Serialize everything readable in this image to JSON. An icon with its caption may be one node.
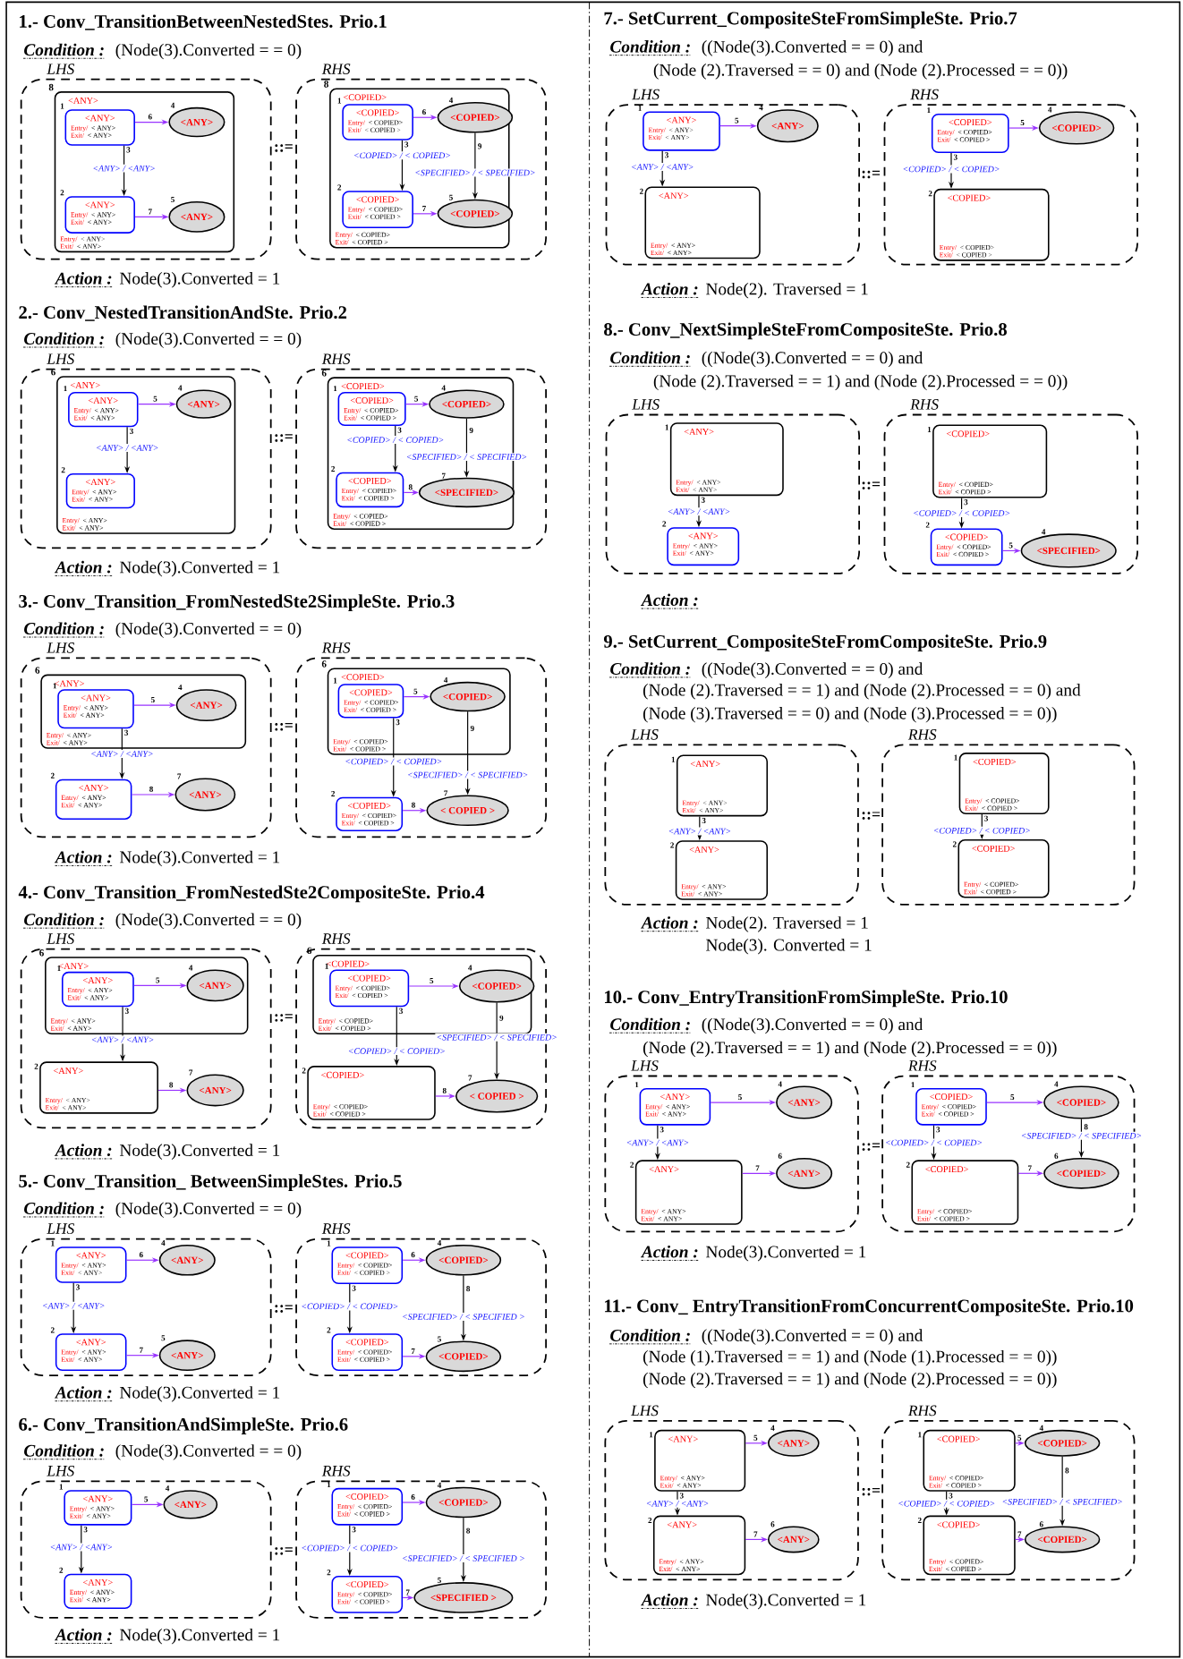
{
  "diagram": {
    "nodes": [
      {
        "text": [
          "LHS"
        ]
      },
      {
        "text": [
          "<ANY>",
          "Entry/",
          "< ANY>",
          "Exit/",
          "< ANY>"
        ],
        "in": 0,
        "beside": [
          "8"
        ]
      },
      {
        "text": [
          "<ANY>",
          "Entry/",
          "< ANY>",
          "Exit/",
          "< ANY>"
        ],
        "in": 1,
        "beside": [
          "1"
        ]
      },
      {
        "text": [
          "<ANY>"
        ],
        "in": 1,
        "beside": [
          "4"
        ]
      },
      {
        "text": [
          "<ANY>",
          "Entry/",
          "< ANY>",
          "Exit/",
          "< ANY>"
        ],
        "in": 1,
        "beside": [
          "2"
        ]
      },
      {
        "text": [
          "<ANY>"
        ],
        "in": 1,
        "beside": [
          "5"
        ]
      },
      {
        "text": [
          "RHS"
        ]
      },
      {
        "text": [
          "<COPIED>",
          "Entry/",
          "< COPIED>",
          "Exit/",
          "< COPIED >"
        ],
        "in": 6,
        "beside": [
          "8"
        ]
      },
      {
        "text": [
          "<COPIED>",
          "Entry/",
          "< COPIED>",
          "Exit/",
          "< COPIED >"
        ],
        "in": 7,
        "beside": [
          "1"
        ]
      },
      {
        "text": [
          "<COPIED>"
        ],
        "in": 7,
        "beside": [
          "4"
        ]
      },
      {
        "text": [
          "<COPIED>",
          "Entry/",
          "< COPIED>",
          "Exit/",
          "< COPIED >"
        ],
        "in": 7,
        "beside": [
          "2"
        ]
      },
      {
        "text": [
          "<COPIED>"
        ],
        "in": 7,
        "beside": [
          "5"
        ]
      },
      {
        "text": [
          "LHS"
        ]
      },
      {
        "text": [
          "<ANY>",
          "Entry/",
          "< ANY>",
          "Exit/",
          "< ANY>"
        ],
        "in": 12,
        "beside": [
          "6"
        ]
      },
      {
        "text": [
          "<ANY>",
          "Entry/",
          "< ANY>",
          "Exit/",
          "< ANY>"
        ],
        "in": 13,
        "beside": [
          "1"
        ]
      },
      {
        "text": [
          "<ANY>"
        ],
        "in": 13,
        "beside": [
          "4"
        ]
      },
      {
        "text": [
          "<ANY>",
          "Entry/",
          "< ANY>",
          "Exit/",
          "< ANY>"
        ],
        "in": 13,
        "beside": [
          "2"
        ]
      },
      {
        "text": [
          "RHS"
        ]
      },
      {
        "text": [
          "<COPIED>",
          "Entry/",
          "< COPIED>",
          "Exit/",
          "< COPIED >"
        ],
        "in": 17,
        "beside": [
          "6"
        ]
      },
      {
        "text": [
          "<COPIED>",
          "Entry/",
          "< COPIED>",
          "Exit/",
          "< COPIED >"
        ],
        "in": 18,
        "beside": [
          "1"
        ]
      },
      {
        "text": [
          "<COPIED>"
        ],
        "in": 18,
        "beside": [
          "4"
        ]
      },
      {
        "text": [
          "<COPIED>",
          "Entry/",
          "< COPIED>",
          "Exit/",
          "< COPIED >"
        ],
        "in": 18,
        "beside": [
          "2"
        ]
      },
      {
        "text": [
          "<SPECIFIED>"
        ],
        "in": 18,
        "beside": [
          "7"
        ]
      },
      {
        "text": [
          "LHS"
        ]
      },
      {
        "text": [
          "<ANY>",
          "Entry/",
          "< ANY>",
          "Exit/",
          "< ANY>"
        ],
        "in": 23,
        "beside": [
          "6"
        ]
      },
      {
        "text": [
          "<ANY>",
          "Entry/",
          "< ANY>",
          "Exit/",
          "< ANY>"
        ],
        "in": 24,
        "beside": [
          "1"
        ]
      },
      {
        "text": [
          "<ANY>"
        ],
        "in": 24,
        "beside": [
          "4"
        ]
      },
      {
        "text": [
          "<ANY>",
          "Entry/",
          "< ANY>",
          "Exit/",
          "< ANY>"
        ],
        "in": 23,
        "beside": [
          "2"
        ]
      },
      {
        "text": [
          "<ANY>"
        ],
        "in": 23,
        "beside": [
          "7"
        ]
      },
      {
        "text": [
          "RHS"
        ]
      },
      {
        "text": [
          "<COPIED>",
          "Entry/",
          "< COPIED>",
          "Exit/",
          "< COPIED >"
        ],
        "in": 29,
        "beside": [
          "6"
        ]
      },
      {
        "text": [
          "<COPIED>",
          "Entry/",
          "< COPIED>",
          "Exit/",
          "< COPIED >"
        ],
        "in": 30,
        "beside": [
          "1"
        ]
      },
      {
        "text": [
          "<COPIED>"
        ],
        "in": 30,
        "beside": [
          "4"
        ]
      },
      {
        "text": [
          "<COPIED>",
          "Entry/",
          "< COPIED>",
          "Exit/",
          "< COPIED >"
        ],
        "in": 29,
        "beside": [
          "2"
        ]
      },
      {
        "text": [
          "< COPIED >"
        ],
        "in": 29,
        "beside": [
          "7"
        ]
      },
      {
        "text": [
          "LHS"
        ]
      },
      {
        "text": [
          "<ANY>",
          "Entry/",
          "< ANY>",
          "Exit/",
          "< ANY>"
        ],
        "in": 35,
        "beside": [
          "6"
        ]
      },
      {
        "text": [
          "<ANY>",
          "Entry/",
          "< ANY>",
          "Exit/",
          "< ANY>"
        ],
        "in": 36,
        "beside": [
          "1"
        ]
      },
      {
        "text": [
          "<ANY>"
        ],
        "in": 36,
        "beside": [
          "4"
        ]
      },
      {
        "text": [
          "<ANY>",
          "Entry/",
          "< ANY>",
          "Exit/",
          "< ANY>"
        ],
        "in": 35,
        "beside": [
          "2"
        ]
      },
      {
        "text": [
          "<ANY>"
        ],
        "in": 35,
        "beside": [
          "7"
        ]
      },
      {
        "text": [
          "RHS"
        ]
      },
      {
        "text": [
          "<COPIED>",
          "Entry/",
          "< COPIED>",
          "Exit/",
          "< COPIED >"
        ],
        "in": 41,
        "beside": [
          "6"
        ]
      },
      {
        "text": [
          "<COPIED>",
          "Entry/",
          "< COPIED>",
          "Exit/",
          "< COPIED >"
        ],
        "in": 42,
        "beside": [
          "1"
        ]
      },
      {
        "text": [
          "<COPIED>"
        ],
        "in": 42,
        "beside": [
          "4"
        ]
      },
      {
        "text": [
          "<COPIED>",
          "Entry/",
          "< COPIED>",
          "Exit/",
          "< COPIED >"
        ],
        "in": 41,
        "beside": [
          "2"
        ]
      },
      {
        "text": [
          "< COPIED >"
        ],
        "in": 41,
        "beside": [
          "7"
        ]
      },
      {
        "text": [
          "LHS"
        ]
      },
      {
        "text": [
          "<ANY>",
          "Entry/",
          "< ANY>",
          "Exit/",
          "< ANY>"
        ],
        "in": 47,
        "beside": [
          "1"
        ]
      },
      {
        "text": [
          "<ANY>"
        ],
        "in": 47,
        "beside": [
          "4"
        ]
      },
      {
        "text": [
          "<ANY>",
          "Entry/",
          "< ANY>",
          "Exit/",
          "< ANY>"
        ],
        "in": 47,
        "beside": [
          "2"
        ]
      },
      {
        "text": [
          "<ANY>"
        ],
        "in": 47,
        "beside": [
          "5"
        ]
      },
      {
        "text": [
          "RHS"
        ]
      },
      {
        "text": [
          "<COPIED>",
          "Entry/",
          "< COPIED>",
          "Exit/",
          "< COPIED >"
        ],
        "in": 52,
        "beside": [
          "1"
        ]
      },
      {
        "text": [
          "<COPIED>"
        ],
        "in": 52,
        "beside": [
          "4"
        ]
      },
      {
        "text": [
          "<COPIED>",
          "Entry/",
          "< COPIED>",
          "Exit/",
          "< COPIED >"
        ],
        "in": 52,
        "beside": [
          "2"
        ]
      },
      {
        "text": [
          "<COPIED>"
        ],
        "in": 52,
        "beside": [
          "5"
        ]
      },
      {
        "text": [
          "LHS"
        ]
      },
      {
        "text": [
          "<ANY>",
          "Entry/",
          "< ANY>",
          "Exit/",
          "< ANY>"
        ],
        "in": 57,
        "beside": [
          "1"
        ]
      },
      {
        "text": [
          "<ANY>"
        ],
        "in": 57,
        "beside": [
          "4"
        ]
      },
      {
        "text": [
          "<ANY>",
          "Entry/",
          "< ANY>",
          "Exit/",
          "< ANY>"
        ],
        "in": 57,
        "beside": [
          "2"
        ]
      },
      {
        "text": [
          "RHS"
        ]
      },
      {
        "text": [
          "<COPIED>",
          "Entry/",
          "< COPIED>",
          "Exit/",
          "< COPIED >"
        ],
        "in": 61,
        "beside": [
          "1"
        ]
      },
      {
        "text": [
          "<COPIED>"
        ],
        "in": 61,
        "beside": [
          "4"
        ]
      },
      {
        "text": [
          "<COPIED>",
          "Entry/",
          "< COPIED>",
          "Exit/",
          "< COPIED >"
        ],
        "in": 61,
        "beside": [
          "2"
        ]
      },
      {
        "text": [
          "<SPECIFIED >"
        ],
        "in": 61,
        "beside": [
          "5"
        ]
      },
      {
        "text": [
          "LHS"
        ]
      },
      {
        "text": [
          "<ANY>",
          "Entry/",
          "< ANY>",
          "Exit/",
          "< ANY>"
        ],
        "in": 66,
        "beside": [
          "1"
        ]
      },
      {
        "text": [
          "<ANY>"
        ],
        "in": 66,
        "beside": [
          "4"
        ]
      },
      {
        "text": [
          "<ANY>",
          "Entry/",
          "< ANY>",
          "Exit/",
          "< ANY>"
        ],
        "in": 66,
        "beside": [
          "2"
        ]
      },
      {
        "text": [
          "RHS"
        ]
      },
      {
        "text": [
          "<COPIED>",
          "Entry/",
          "< COPIED>",
          "Exit/",
          "< COPIED >"
        ],
        "in": 70,
        "beside": [
          "1"
        ]
      },
      {
        "text": [
          "<COPIED>"
        ],
        "in": 70,
        "beside": [
          "4"
        ]
      },
      {
        "text": [
          "<COPIED>",
          "Entry/",
          "< COPIED>",
          "Exit/",
          "< COPIED >"
        ],
        "in": 70,
        "beside": [
          "2"
        ]
      },
      {
        "text": [
          "LHS"
        ]
      },
      {
        "text": [
          "<ANY>",
          "Entry/",
          "< ANY>",
          "Exit/",
          "< ANY>"
        ],
        "in": 74,
        "beside": [
          "1"
        ]
      },
      {
        "text": [
          "<ANY>",
          "Entry/",
          "< ANY>",
          "Exit/",
          "< ANY>"
        ],
        "in": 74,
        "beside": [
          "2"
        ]
      },
      {
        "text": [
          "RHS"
        ]
      },
      {
        "text": [
          "<COPIED>",
          "Entry/",
          "< COPIED>",
          "Exit/",
          "< COPIED >"
        ],
        "in": 77,
        "beside": [
          "1"
        ]
      },
      {
        "text": [
          "<COPIED>",
          "Entry/",
          "< COPIED>",
          "Exit/",
          "< COPIED >"
        ],
        "in": 77,
        "beside": [
          "2"
        ]
      },
      {
        "text": [
          "<SPECIFIED>"
        ],
        "in": 77,
        "beside": [
          "4"
        ]
      },
      {
        "text": [
          "LHS"
        ]
      },
      {
        "text": [
          "<ANY>",
          "Entry/",
          "< ANY>",
          "Exit/",
          "< ANY>"
        ],
        "in": 81,
        "beside": [
          "1"
        ]
      },
      {
        "text": [
          "<ANY>",
          "Entry/",
          "< ANY>",
          "Exit/",
          "< ANY>"
        ],
        "in": 81,
        "beside": [
          "2"
        ]
      },
      {
        "text": [
          "RHS"
        ]
      },
      {
        "text": [
          "<COPIED>",
          "Entry/",
          "< COPIED>",
          "Exit/",
          "< COPIED >"
        ],
        "in": 84,
        "beside": [
          "1"
        ]
      },
      {
        "text": [
          "<COPIED>",
          "Entry/",
          "< COPIED>",
          "Exit/",
          "< COPIED >"
        ],
        "in": 84,
        "beside": [
          "2"
        ]
      },
      {
        "text": [
          "LHS"
        ]
      },
      {
        "text": [
          "<ANY>",
          "Entry/",
          "< ANY>",
          "Exit/",
          "< ANY>"
        ],
        "in": 87,
        "beside": [
          "1"
        ]
      },
      {
        "text": [
          "<ANY>"
        ],
        "in": 87,
        "beside": [
          "4"
        ]
      },
      {
        "text": [
          "<ANY>",
          "Entry/",
          "< ANY>",
          "Exit/",
          "< ANY>"
        ],
        "in": 87,
        "beside": [
          "2"
        ]
      },
      {
        "text": [
          "<ANY>"
        ],
        "in": 87,
        "beside": [
          "6"
        ]
      },
      {
        "text": [
          "RHS"
        ]
      },
      {
        "text": [
          "<COPIED>",
          "Entry/",
          "< COPIED>",
          "Exit/",
          "< COPIED >"
        ],
        "in": 92,
        "beside": [
          "1"
        ]
      },
      {
        "text": [
          "<COPIED>"
        ],
        "in": 92,
        "beside": [
          "4"
        ]
      },
      {
        "text": [
          "<COPIED>",
          "Entry/",
          "< COPIED>",
          "Exit/",
          "< COPIED >"
        ],
        "in": 92,
        "beside": [
          "2"
        ]
      },
      {
        "text": [
          "<COPIED>"
        ],
        "in": 92,
        "beside": [
          "6"
        ]
      },
      {
        "text": [
          "LHS"
        ]
      },
      {
        "text": [
          "<ANY>",
          "Entry/",
          "< ANY>",
          "Exit/",
          "< ANY>"
        ],
        "in": 97,
        "beside": [
          "1"
        ]
      },
      {
        "text": [
          "<ANY>"
        ],
        "in": 97,
        "beside": [
          "4"
        ]
      },
      {
        "text": [
          "<ANY>",
          "Entry/",
          "< ANY>",
          "Exit/",
          "< ANY>"
        ],
        "in": 97,
        "beside": [
          "2"
        ]
      },
      {
        "text": [
          "<ANY>"
        ],
        "in": 97,
        "beside": [
          "6"
        ]
      },
      {
        "text": [
          "RHS"
        ]
      },
      {
        "text": [
          "<COPIED>",
          "Entry/",
          "< COPIED>",
          "Exit/",
          "< COPIED >"
        ],
        "in": 102,
        "beside": [
          "1"
        ]
      },
      {
        "text": [
          "<COPIED>"
        ],
        "in": 102,
        "beside": [
          "4"
        ]
      },
      {
        "text": [
          "<COPIED>",
          "Entry/",
          "< COPIED>",
          "Exit/",
          "< COPIED >"
        ],
        "in": 102,
        "beside": [
          "2"
        ]
      },
      {
        "text": [
          "<COPIED>"
        ],
        "in": 102,
        "beside": [
          "6"
        ]
      }
    ],
    "edges": [
      {
        "from": 2,
        "to": 3,
        "arrow": "to",
        "label": "6"
      },
      {
        "from": 2,
        "to": 4,
        "arrow": "to",
        "label": "3",
        "color": "#000000"
      },
      {
        "from": 4,
        "to": 5,
        "arrow": "to",
        "label": "7"
      },
      {
        "from": 8,
        "to": 9,
        "arrow": "to",
        "label": "6"
      },
      {
        "from": 8,
        "to": 10,
        "arrow": "to",
        "label": "3",
        "color": "#000000"
      },
      {
        "from": 10,
        "to": 11,
        "arrow": "to",
        "label": "7"
      },
      {
        "from": 9,
        "to": 11,
        "arrow": "to",
        "label": "9",
        "color": "#000000"
      },
      {
        "from": 14,
        "to": 15,
        "arrow": "to",
        "label": "5"
      },
      {
        "from": 14,
        "to": 16,
        "arrow": "to",
        "label": "3",
        "color": "#000000"
      },
      {
        "from": 19,
        "to": 20,
        "arrow": "to",
        "label": "5"
      },
      {
        "from": 19,
        "to": 21,
        "arrow": "to",
        "label": "3",
        "color": "#000000"
      },
      {
        "from": 21,
        "to": 22,
        "arrow": "to",
        "label": "8"
      },
      {
        "from": 20,
        "to": 22,
        "arrow": "to",
        "label": "9",
        "color": "#000000"
      },
      {
        "from": 25,
        "to": 26,
        "arrow": "to",
        "label": "5"
      },
      {
        "from": 25,
        "to": 27,
        "arrow": "to",
        "label": "3",
        "color": "#000000"
      },
      {
        "from": 27,
        "to": 28,
        "arrow": "to",
        "label": "8"
      },
      {
        "from": 31,
        "to": 32,
        "arrow": "to",
        "label": "5"
      },
      {
        "from": 31,
        "to": 33,
        "arrow": "to",
        "label": "3",
        "color": "#000000"
      },
      {
        "from": 33,
        "to": 34,
        "arrow": "to",
        "label": "8"
      },
      {
        "from": 32,
        "to": 34,
        "arrow": "to",
        "label": "9",
        "color": "#000000"
      },
      {
        "from": 37,
        "to": 38,
        "arrow": "to",
        "label": "5"
      },
      {
        "from": 37,
        "to": 39,
        "arrow": "to",
        "label": "3",
        "color": "#000000"
      },
      {
        "from": 39,
        "to": 40,
        "arrow": "to",
        "label": "8"
      },
      {
        "from": 43,
        "to": 44,
        "arrow": "to",
        "label": "5"
      },
      {
        "from": 43,
        "to": 45,
        "arrow": "to",
        "label": "3",
        "color": "#000000"
      },
      {
        "from": 45,
        "to": 46,
        "arrow": "to",
        "label": "8"
      },
      {
        "from": 44,
        "to": 46,
        "arrow": "to",
        "label": "9",
        "color": "#000000"
      },
      {
        "from": 48,
        "to": 49,
        "arrow": "to",
        "label": "6"
      },
      {
        "from": 48,
        "to": 50,
        "arrow": "to",
        "label": "3",
        "color": "#000000"
      },
      {
        "from": 50,
        "to": 51,
        "arrow": "to",
        "label": "7"
      },
      {
        "from": 53,
        "to": 54,
        "arrow": "to",
        "label": "6"
      },
      {
        "from": 53,
        "to": 55,
        "arrow": "to",
        "label": "3",
        "color": "#000000"
      },
      {
        "from": 55,
        "to": 56,
        "arrow": "to",
        "label": "7"
      },
      {
        "from": 54,
        "to": 56,
        "arrow": "to",
        "label": "8",
        "color": "#000000"
      },
      {
        "from": 58,
        "to": 59,
        "arrow": "to",
        "label": "5"
      },
      {
        "from": 58,
        "to": 60,
        "arrow": "to",
        "label": "3",
        "color": "#000000"
      },
      {
        "from": 62,
        "to": 63,
        "arrow": "to",
        "label": "6"
      },
      {
        "from": 62,
        "to": 64,
        "arrow": "to",
        "label": "3",
        "color": "#000000"
      },
      {
        "from": 64,
        "to": 65,
        "arrow": "to",
        "label": "7"
      },
      {
        "from": 63,
        "to": 65,
        "arrow": "to",
        "label": "8",
        "color": "#000000"
      },
      {
        "from": 67,
        "to": 68,
        "arrow": "to",
        "label": "5"
      },
      {
        "from": 67,
        "to": 69,
        "arrow": "to",
        "label": "3",
        "color": "#000000"
      },
      {
        "from": 71,
        "to": 72,
        "arrow": "to",
        "label": "5"
      },
      {
        "from": 71,
        "to": 73,
        "arrow": "to",
        "label": "3",
        "color": "#000000"
      },
      {
        "from": 75,
        "to": 76,
        "arrow": "to",
        "label": "3",
        "color": "#000000"
      },
      {
        "from": 78,
        "to": 79,
        "arrow": "to",
        "label": "3",
        "color": "#000000"
      },
      {
        "from": 79,
        "to": 80,
        "arrow": "to",
        "label": "5"
      },
      {
        "from": 82,
        "to": 83,
        "arrow": "to",
        "label": "3",
        "color": "#000000"
      },
      {
        "from": 85,
        "to": 86,
        "arrow": "to",
        "label": "3",
        "color": "#000000"
      },
      {
        "from": 88,
        "to": 89,
        "arrow": "to",
        "label": "5"
      },
      {
        "from": 88,
        "to": 90,
        "arrow": "to",
        "label": "3",
        "color": "#000000"
      },
      {
        "from": 90,
        "to": 91,
        "arrow": "to",
        "label": "7"
      },
      {
        "from": 93,
        "to": 94,
        "arrow": "to",
        "label": "5"
      },
      {
        "from": 93,
        "to": 95,
        "arrow": "to",
        "label": "3",
        "color": "#000000"
      },
      {
        "from": 95,
        "to": 96,
        "arrow": "to",
        "label": "7"
      },
      {
        "from": 94,
        "to": 96,
        "arrow": "to",
        "label": "8",
        "color": "#000000"
      },
      {
        "from": 98,
        "to": 99,
        "arrow": "to",
        "label": "5"
      },
      {
        "from": 98,
        "to": 100,
        "arrow": "to",
        "label": "3",
        "color": "#000000"
      },
      {
        "from": 100,
        "to": 101,
        "arrow": "to",
        "label": "7"
      },
      {
        "from": 103,
        "to": 104,
        "arrow": "to",
        "label": "5"
      },
      {
        "from": 103,
        "to": 105,
        "arrow": "to",
        "label": "3",
        "color": "#000000"
      },
      {
        "from": 105,
        "to": 106,
        "arrow": "to",
        "label": "7"
      },
      {
        "from": 104,
        "to": 106,
        "arrow": "to",
        "label": "8",
        "color": "#000000"
      }
    ],
    "labels": [
      "1.- Conv_TransitionBetweenNestedStes. Prio.1",
      "Condition :",
      "(Node(3).Converted = = 0)",
      "<ANY> / <ANY>",
      "::=",
      "<COPIED> / < COPIED>",
      "<SPECIFIED> / < SPECIFIED>",
      "Action :",
      "Node(3).Converted = 1",
      "2.- Conv_NestedTransitionAndSte. Prio.2",
      "Condition :",
      "(Node(3).Converted = = 0)",
      "<ANY> / <ANY>",
      "::=",
      "<COPIED> / < COPIED>",
      "<SPECIFIED> / < SPECIFIED>",
      "Action :",
      "Node(3).Converted = 1",
      "3.- Conv_Transition_FromNestedSte2SimpleSte. Prio.3",
      "Condition :",
      "(Node(3).Converted = = 0)",
      "<ANY> / <ANY>",
      "::=",
      "<COPIED> / < COPIED>",
      "<SPECIFIED> / < SPECIFIED>",
      "Action :",
      "Node(3).Converted = 1",
      "4.- Conv_Transition_FromNestedSte2CompositeSte. Prio.4",
      "Condition :",
      "(Node(3).Converted = = 0)",
      "<ANY> / <ANY>",
      "::=",
      "<COPIED> / < COPIED>",
      "<SPECIFIED> / < SPECIFIED>",
      "Action :",
      "Node(3).Converted = 1",
      "5.- Conv_Transition_ BetweenSimpleStes. Prio.5",
      "Condition :",
      "(Node(3).Converted = = 0)",
      "<ANY> / <ANY>",
      "::=",
      "<COPIED> / < COPIED>",
      "<SPECIFIED> / < SPECIFIED >",
      "Action :",
      "Node(3).Converted = 1",
      "6.- Conv_TransitionAndSimpleSte. Prio.6",
      "Condition :",
      "(Node(3).Converted = = 0)",
      "<ANY> / <ANY>",
      "::=",
      "<COPIED> / < COPIED>",
      "<SPECIFIED> / < SPECIFIED >",
      "Action :",
      "Node(3).Converted = 1",
      "7.- SetCurrent_CompositeSteFromSimpleSte. Prio.7",
      "Condition :",
      "((Node(3).Converted = = 0) and",
      "(Node (2).Traversed = = 0) and (Node (2).Processed = = 0))",
      "<ANY> / <ANY>",
      "::=",
      "<COPIED> / < COPIED>",
      "Action :",
      "Node(2). Traversed = 1",
      "8.- Conv_NextSimpleSteFromCompositeSte. Prio.8",
      "Condition :",
      "((Node(3).Converted = = 0) and",
      "(Node (2).Traversed = = 1) and (Node (2).Processed = = 0))",
      "<ANY> / <ANY>",
      "::=",
      "<COPIED> / < COPIED>",
      "Action :",
      "9.- SetCurrent_CompositeSteFromCompositeSte. Prio.9",
      "Condition :",
      "((Node(3).Converted = = 0) and",
      "(Node (2).Traversed = = 1) and (Node (2).Processed = = 0) and",
      "(Node (3).Traversed = = 0) and (Node (3).Processed = = 0))",
      "<ANY> / <ANY>",
      "::=",
      "<COPIED> / < COPIED>",
      "Action :",
      "Node(2). Traversed = 1",
      "Node(3). Converted = 1",
      "10.- Conv_EntryTransitionFromSimpleSte. Prio.10",
      "Condition :",
      "((Node(3).Converted = = 0) and",
      "(Node (2).Traversed = = 1) and (Node (2).Processed = = 0))",
      "<ANY> / <ANY>",
      "::=",
      "<COPIED> / < COPIED>",
      "<SPECIFIED> / < SPECIFIED>",
      "Action :",
      "Node(3).Converted = 1",
      "11.- Conv_ EntryTransitionFromConcurrentCompositeSte. Prio.10",
      "Condition :",
      "((Node(3).Converted = = 0) and",
      "(Node (1).Traversed = = 1) and (Node (1).Processed = = 0))",
      "(Node (2).Traversed = = 1) and (Node (2).Processed = = 0))",
      "<ANY> / <ANY>",
      "::=",
      "<COPIED> / < COPIED>",
      "<SPECIFIED> / < SPECIFIED>",
      "Action :",
      "Node(3).Converted = 1"
    ]
  }
}
